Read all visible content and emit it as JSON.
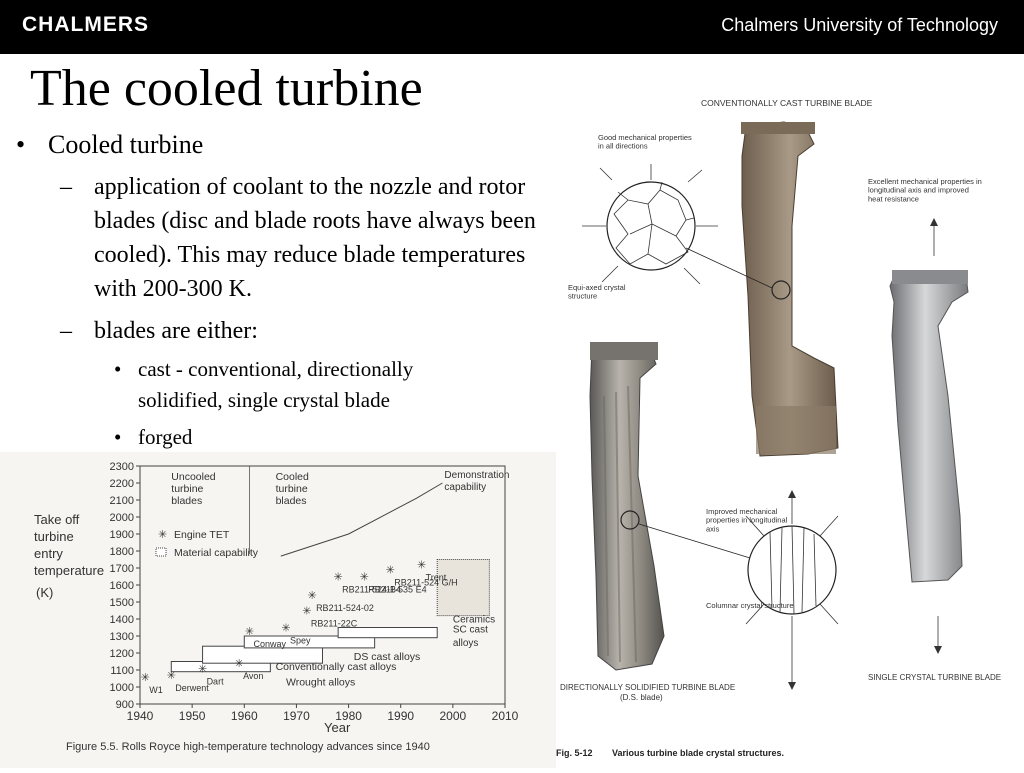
{
  "header": {
    "logo": "CHALMERS",
    "university": "Chalmers University of Technology"
  },
  "slide": {
    "title": "The cooled turbine",
    "bullets": [
      {
        "marker": "•",
        "text": "Cooled turbine"
      },
      {
        "marker": "–",
        "text": "application of coolant to the nozzle and rotor blades (disc and blade roots have always been cooled). This may reduce blade temperatures with 200-300 K."
      },
      {
        "marker": "–",
        "text": "blades are either:"
      },
      {
        "marker": "•",
        "text": "cast - conventional, directionally solidified, single crystal blade"
      },
      {
        "marker": "•",
        "text": "forged"
      }
    ]
  },
  "chart_data": {
    "type": "scatter",
    "title": "",
    "caption": "Figure 5.5.  Rolls Royce high-temperature technology advances since 1940",
    "xlabel": "Year",
    "ylabel": "Take off turbine entry temperature (K)",
    "xlim": [
      1940,
      2010
    ],
    "ylim": [
      900,
      2300
    ],
    "xticks": [
      "1940",
      "1950",
      "1960",
      "1970",
      "1980",
      "1990",
      "2000",
      "2010"
    ],
    "yticks": [
      "900",
      "1000",
      "1100",
      "1200",
      "1300",
      "1400",
      "1500",
      "1600",
      "1700",
      "1800",
      "1900",
      "2000",
      "2100",
      "2200",
      "2300"
    ],
    "legend": [
      "Engine TET",
      "Material capability"
    ],
    "eras": [
      "Uncooled turbine blades",
      "Cooled turbine blades"
    ],
    "annotations": [
      "Demonstration capability",
      "Ceramics",
      "SC cast alloys",
      "DS cast alloys",
      "Conventionally cast alloys",
      "Wrought alloys"
    ],
    "series": [
      {
        "name": "Engine TET",
        "points": [
          {
            "label": "W1",
            "x": 1941,
            "y": 1060
          },
          {
            "label": "Derwent",
            "x": 1946,
            "y": 1070
          },
          {
            "label": "Dart",
            "x": 1952,
            "y": 1110
          },
          {
            "label": "Avon",
            "x": 1959,
            "y": 1140
          },
          {
            "label": "Conway",
            "x": 1961,
            "y": 1330
          },
          {
            "label": "Spey",
            "x": 1968,
            "y": 1350
          },
          {
            "label": "RB211-22C",
            "x": 1972,
            "y": 1450
          },
          {
            "label": "RB211-524-02",
            "x": 1973,
            "y": 1540
          },
          {
            "label": "RB211-524-B4",
            "x": 1978,
            "y": 1650
          },
          {
            "label": "RB211-535 E4",
            "x": 1983,
            "y": 1650
          },
          {
            "label": "Trent",
            "x": 1994,
            "y": 1720
          },
          {
            "label": "RB211-524 G/H",
            "x": 1988,
            "y": 1690
          }
        ]
      }
    ]
  },
  "figure": {
    "labels": {
      "conventional": "CONVENTIONALLY CAST TURBINE BLADE",
      "good_props": "Good mechanical properties in all directions",
      "equiaxed": "Equi-axed crystal structure",
      "excellent": "Excellent mechanical properties in longitudinal axis and improved heat resistance",
      "improved": "Improved mechanical properties in longitudinal axis",
      "columnar": "Columnar crystal structure",
      "ds_blade": "DIRECTIONALLY SOLIDIFIED TURBINE BLADE",
      "ds_sub": "(D.S. blade)",
      "sc_blade": "SINGLE CRYSTAL TURBINE BLADE",
      "caption_num": "Fig. 5-12",
      "caption": "Various turbine blade crystal structures."
    }
  },
  "colors": {
    "header_bg": "#000000",
    "header_text": "#ffffff",
    "text": "#000000"
  }
}
